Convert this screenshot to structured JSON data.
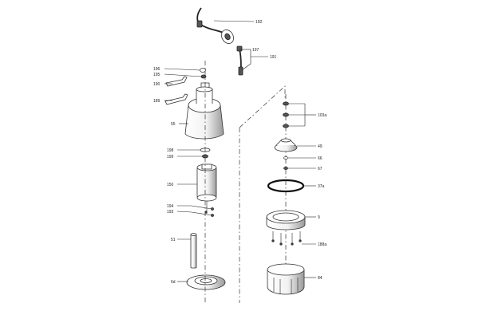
{
  "diagram": {
    "callouts": {
      "c192": "192",
      "c191": "191",
      "c197": "197",
      "c196": "196",
      "c195": "195",
      "c190": "190",
      "c189": "189",
      "c55": "55",
      "c198": "198",
      "c199": "199",
      "c150": "150",
      "c194": "194",
      "c193": "193",
      "c51": "51",
      "c6d": "6d",
      "c103a": "103a",
      "c49": "49",
      "c66": "66",
      "c67": "67",
      "c37a": "37a",
      "c9": "9",
      "c188a": "188a",
      "c84": "84"
    }
  }
}
